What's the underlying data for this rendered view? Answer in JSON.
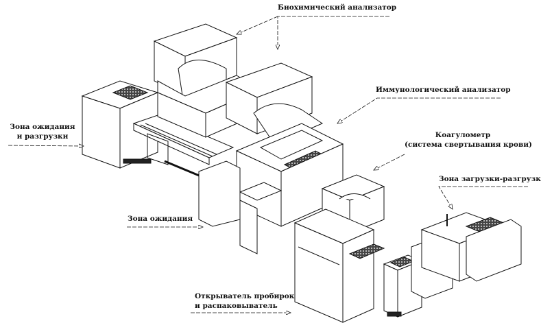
{
  "labels": {
    "biochem": "Биохимический анализатор",
    "immuno": "Иммунологический анализатор",
    "coag_line1": "Коагулометр",
    "coag_line2": "(система свертывания крови)",
    "load_zone": "Зона загрузки-разгрузки",
    "wait_unload_line1": "Зона ожидания",
    "wait_unload_line2": "и разгрузки",
    "wait_zone": "Зона ожидания",
    "opener_line1": "Открыватель пробирок",
    "opener_line2": "и распаковыватель"
  },
  "colors": {
    "ink": "#111111",
    "paper": "#ffffff",
    "rack": "#333333"
  }
}
